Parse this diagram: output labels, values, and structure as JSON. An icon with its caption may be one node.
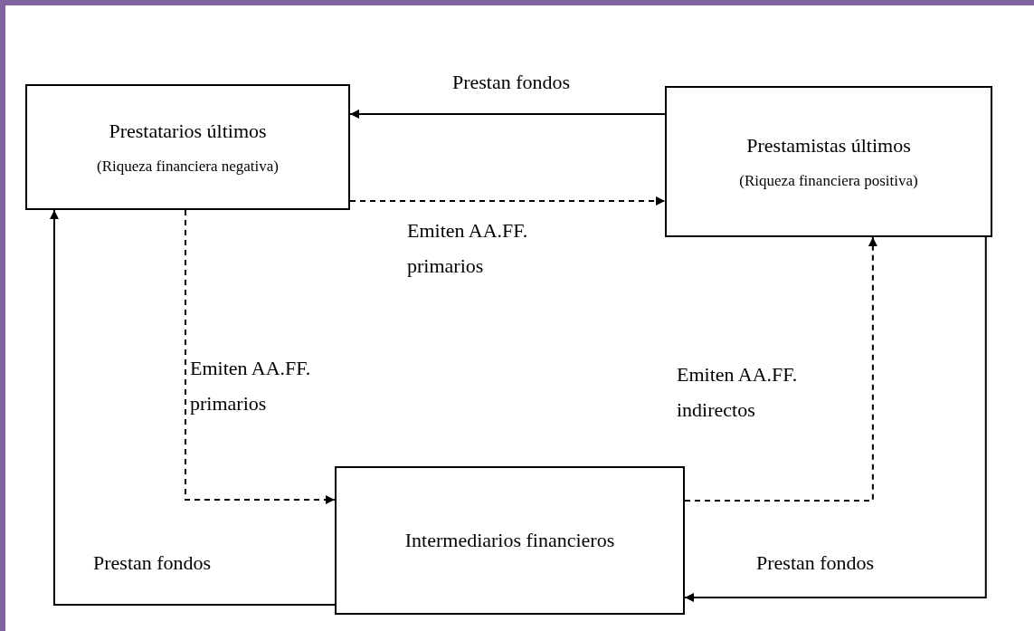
{
  "diagram": {
    "nodes": [
      {
        "text": [
          "Prestatarios últimos",
          "(Riqueza financiera negativa)"
        ]
      },
      {
        "text": [
          "Prestamistas últimos",
          "(Riqueza financiera positiva)"
        ]
      },
      {
        "text": [
          "Intermediarios financieros"
        ]
      }
    ],
    "edges": [
      {
        "from": 1,
        "to": 0,
        "arrow": "to",
        "label": "Prestan fondos"
      },
      {
        "from": 0,
        "to": 1,
        "arrow": "to",
        "label": "Emiten AA.FF. primarios",
        "style": "dashed"
      },
      {
        "from": 0,
        "to": 2,
        "arrow": "to",
        "label": "Emiten AA.FF. primarios",
        "style": "dashed"
      },
      {
        "from": 2,
        "to": 1,
        "arrow": "to",
        "label": "Emiten AA.FF. indirectos",
        "style": "dashed"
      },
      {
        "from": 1,
        "to": 2,
        "arrow": "to",
        "label": "Prestan fondos"
      },
      {
        "from": 2,
        "to": 0,
        "arrow": "to",
        "label": "Prestan fondos"
      }
    ]
  }
}
